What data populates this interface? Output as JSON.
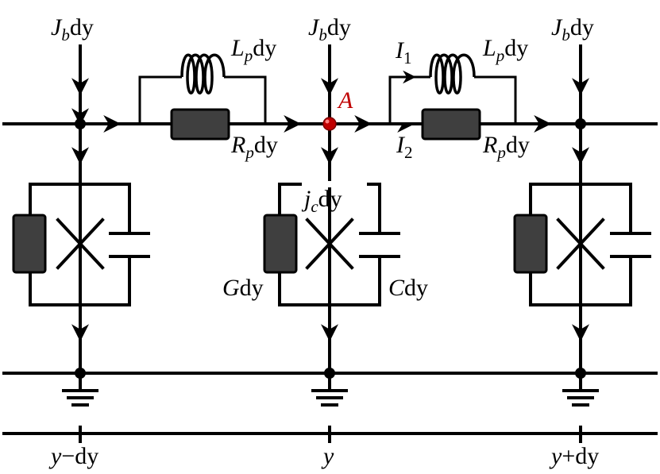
{
  "labels": {
    "jb_sym": "J",
    "jb_sub": "b",
    "dy": "dy",
    "lp_sym": "L",
    "lp_sub": "p",
    "rp_sym": "R",
    "rp_sub": "p",
    "i_sym": "I",
    "i1_sub": "1",
    "i2_sub": "2",
    "node_a": "A",
    "jc_sym": "j",
    "jc_sub": "c",
    "g_sym": "G",
    "c_sym": "C"
  },
  "axis": {
    "y_minus_sym": "y",
    "y_minus_op": "−dy",
    "y_mid": "y",
    "y_plus_sym": "y",
    "y_plus_op": "+dy"
  },
  "colors": {
    "wire": "#000000",
    "component_fill": "#3f3f3f",
    "node_a": "#c00000"
  }
}
